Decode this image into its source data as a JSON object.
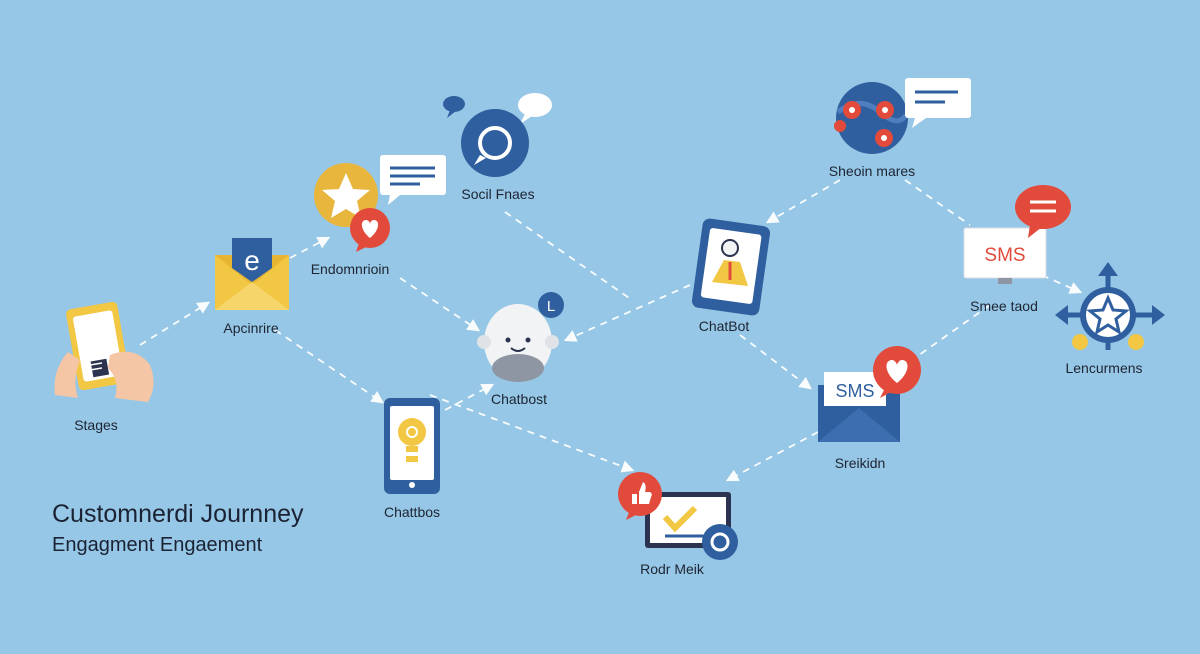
{
  "title": "Customnerdi Journney",
  "subtitle": "Engagment Engaement",
  "colors": {
    "background": "#97c7e6",
    "navy": "#2f5f9e",
    "red": "#e24b3b",
    "yellow": "#f2c744",
    "connector": "#ffffff"
  },
  "nodes": {
    "stages": {
      "label": "Stages",
      "icon": "tablet-hand-icon"
    },
    "apcinrire": {
      "label": "Apcinrire",
      "icon": "envelope-icon"
    },
    "endomnrioin": {
      "label": "Endomnrioin",
      "icon": "star-badge-icon"
    },
    "social": {
      "label": "Socil Fnaes",
      "icon": "social-ring-icon"
    },
    "chatbost": {
      "label": "Chatbost",
      "icon": "robot-icon"
    },
    "chatbos": {
      "label": "Chattbos",
      "icon": "lightbulb-phone-icon"
    },
    "rodmeik": {
      "label": "Rodr Meik",
      "icon": "monitor-check-icon"
    },
    "chatbot": {
      "label": "ChatBot",
      "icon": "phone-chatbot-icon"
    },
    "shein": {
      "label": "Sheoin mares",
      "icon": "location-globe-icon"
    },
    "sreiskin": {
      "label": "Sreikidn",
      "icon": "sms-envelope-icon"
    },
    "smee": {
      "label": "Smee taod",
      "icon": "sms-monitor-icon"
    },
    "lencurmens": {
      "label": "Lencurmens",
      "icon": "star-hub-icon"
    }
  },
  "badges": {
    "sms_monitor": "SMS",
    "sms_envelope": "SMS",
    "envelope_letter": "e",
    "robot_badge": "L"
  }
}
